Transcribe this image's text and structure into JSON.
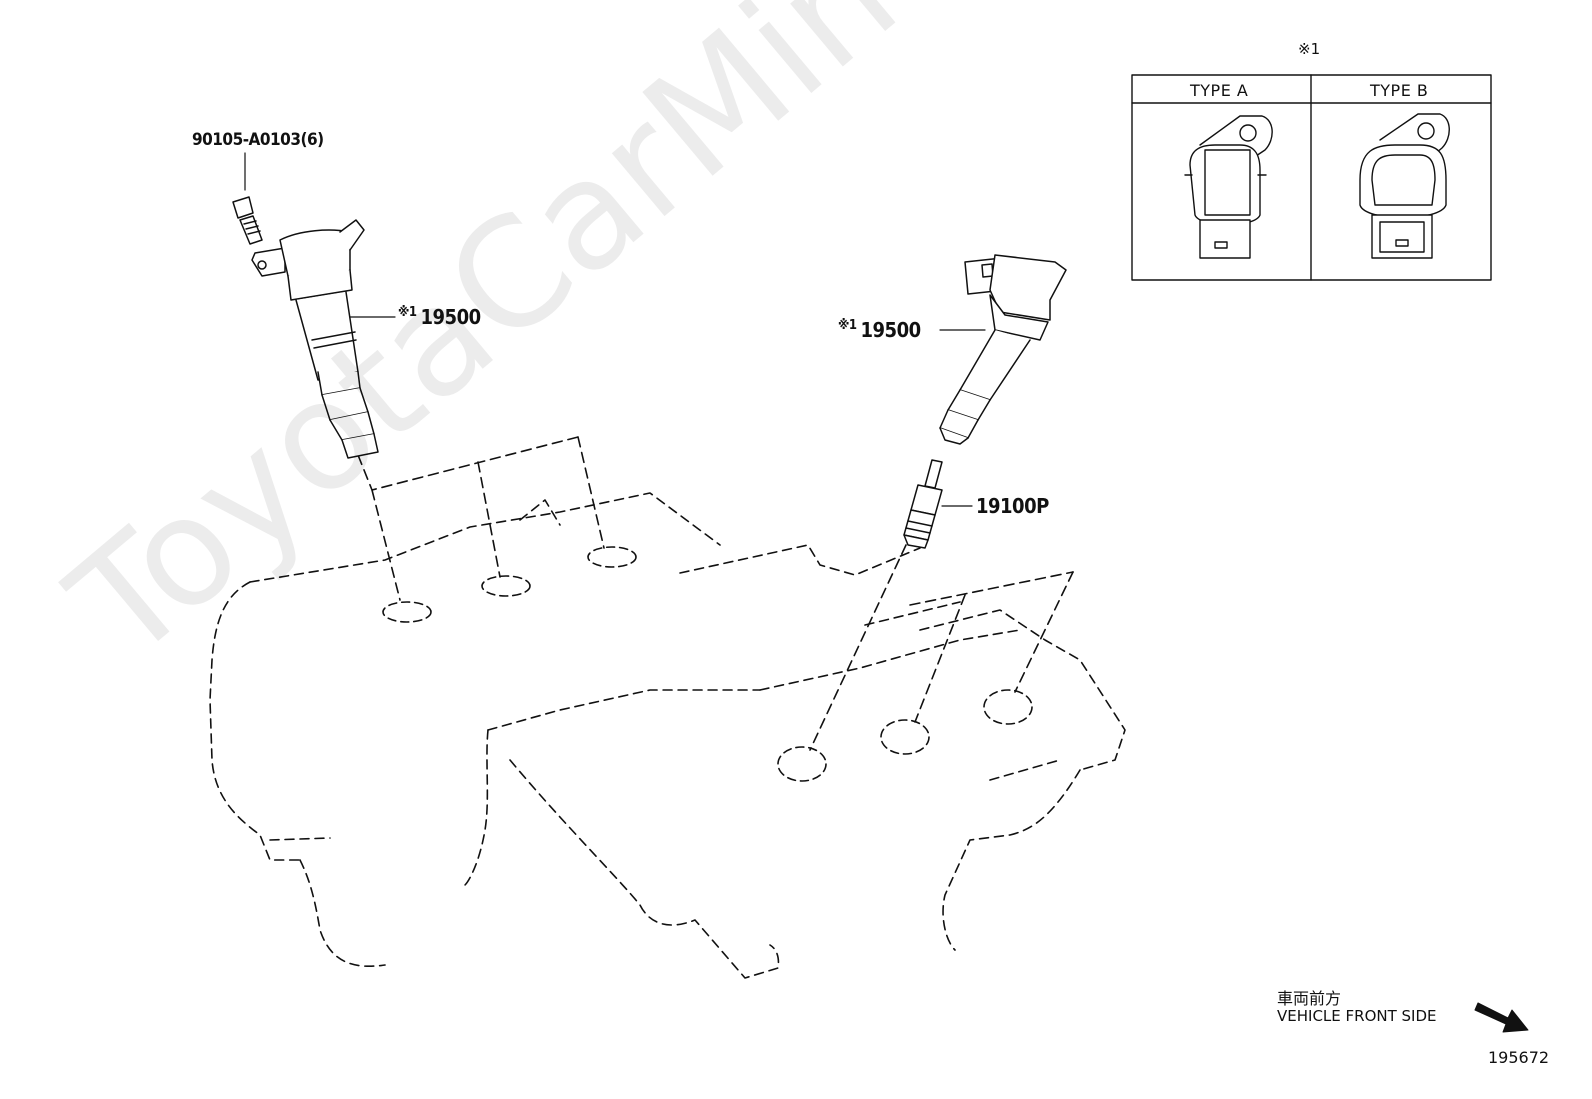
{
  "callouts": {
    "bolt": "90105-A0103(6)",
    "coil_left_mark": "※1",
    "coil_left": "19500",
    "coil_right_mark": "※1",
    "coil_right": "19500",
    "spark_plug": "19100P"
  },
  "inset": {
    "note_mark": "※1",
    "type_a": "TYPE A",
    "type_b": "TYPE B"
  },
  "orientation": {
    "japanese": "車両前方",
    "english": "VEHICLE FRONT SIDE"
  },
  "figure_id": "195672",
  "watermark": "ToyotaCarMine.ru"
}
